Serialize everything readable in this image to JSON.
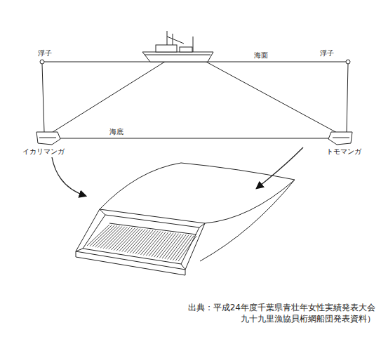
{
  "diagram": {
    "caption": "出典：平成24年度千葉県青壮年女性実績発表大会 九十九里漁協貝桁網船団発表資料）",
    "labels": [
      "浮子",
      "海面",
      "浮子",
      "海底",
      "イカリマンガ",
      "トモマンガ"
    ]
  }
}
